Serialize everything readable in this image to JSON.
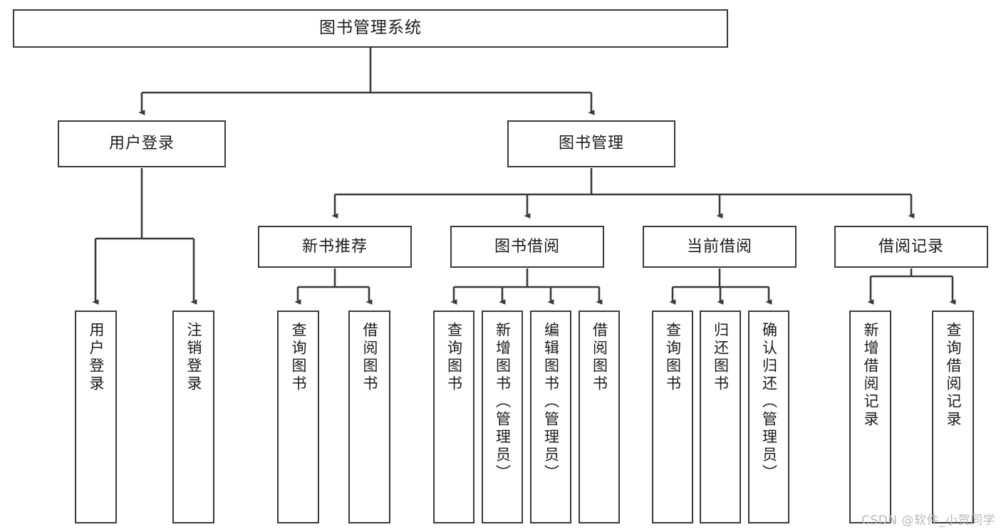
{
  "diagram": {
    "type": "tree-hierarchy-chart",
    "title": "图书管理系统",
    "colors": {
      "box_border": "#3a3a3a",
      "box_fill": "#ffffff",
      "edge": "#3a3a3a",
      "text": "#1b1b1b",
      "watermark": "#b8b8b8",
      "background": "#ffffff"
    },
    "watermark": "CSDN @软件_小贺同学",
    "levels": [
      {
        "level": 1,
        "nodes": [
          {
            "id": "root",
            "label": "图书管理系统",
            "orientation": "horizontal"
          }
        ]
      },
      {
        "level": 2,
        "nodes": [
          {
            "id": "user-login",
            "label": "用户登录",
            "orientation": "horizontal",
            "parent": "root"
          },
          {
            "id": "book-manage",
            "label": "图书管理",
            "orientation": "horizontal",
            "parent": "root"
          }
        ]
      },
      {
        "level": 3,
        "nodes": [
          {
            "id": "new-book-rec",
            "label": "新书推荐",
            "orientation": "horizontal",
            "parent": "book-manage"
          },
          {
            "id": "book-borrow",
            "label": "图书借阅",
            "orientation": "horizontal",
            "parent": "book-manage"
          },
          {
            "id": "current-borrow",
            "label": "当前借阅",
            "orientation": "horizontal",
            "parent": "book-manage"
          },
          {
            "id": "borrow-record",
            "label": "借阅记录",
            "orientation": "horizontal",
            "parent": "book-manage"
          }
        ]
      },
      {
        "level": 4,
        "nodes": [
          {
            "id": "leaf-user-login",
            "label": "用户登录",
            "orientation": "vertical",
            "parent": "user-login"
          },
          {
            "id": "leaf-logout",
            "label": "注销登录",
            "orientation": "vertical",
            "parent": "user-login"
          },
          {
            "id": "leaf-query-book-1",
            "label": "查询图书",
            "orientation": "vertical",
            "parent": "new-book-rec"
          },
          {
            "id": "leaf-borrow-book-1",
            "label": "借阅图书",
            "orientation": "vertical",
            "parent": "new-book-rec"
          },
          {
            "id": "leaf-query-book-2",
            "label": "查询图书",
            "orientation": "vertical",
            "parent": "book-borrow"
          },
          {
            "id": "leaf-add-book",
            "label": "新增图书（管理员）",
            "orientation": "vertical",
            "parent": "book-borrow"
          },
          {
            "id": "leaf-edit-book",
            "label": "编辑图书（管理员）",
            "orientation": "vertical",
            "parent": "book-borrow"
          },
          {
            "id": "leaf-borrow-book-2",
            "label": "借阅图书",
            "orientation": "vertical",
            "parent": "book-borrow"
          },
          {
            "id": "leaf-query-book-3",
            "label": "查询图书",
            "orientation": "vertical",
            "parent": "current-borrow"
          },
          {
            "id": "leaf-return-book",
            "label": "归还图书",
            "orientation": "vertical",
            "parent": "current-borrow"
          },
          {
            "id": "leaf-confirm-return",
            "label": "确认归还（管理员）",
            "orientation": "vertical",
            "parent": "current-borrow"
          },
          {
            "id": "leaf-add-record",
            "label": "新增借阅记录",
            "orientation": "vertical",
            "parent": "borrow-record"
          },
          {
            "id": "leaf-query-record",
            "label": "查询借阅记录",
            "orientation": "vertical",
            "parent": "borrow-record"
          }
        ]
      }
    ]
  }
}
